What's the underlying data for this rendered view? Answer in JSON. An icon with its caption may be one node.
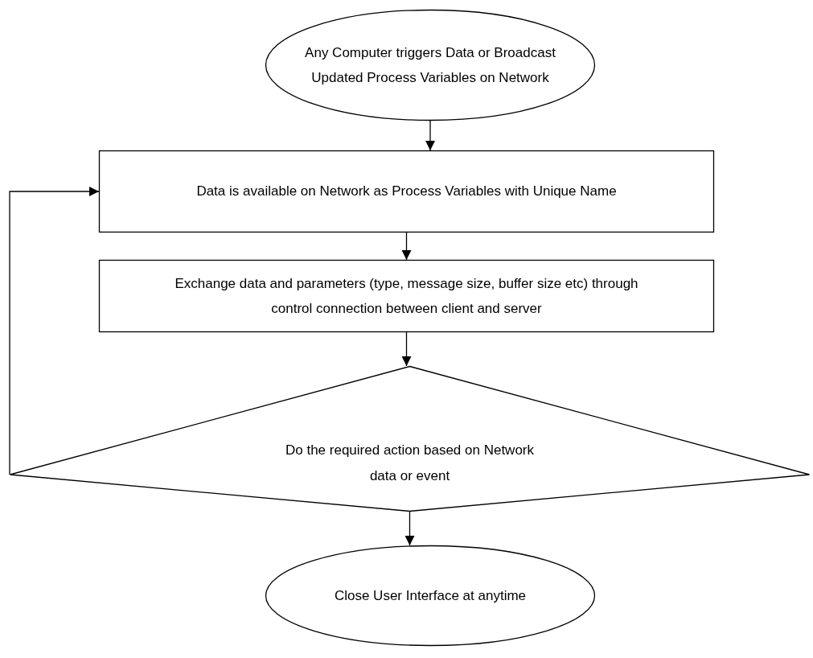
{
  "diagram": {
    "nodes": [
      {
        "text": [
          "Any Computer triggers Data or Broadcast Updated Process Variables on Network"
        ]
      },
      {
        "text": [
          "Data is available on Network as Process Variables with Unique Name"
        ]
      },
      {
        "text": [
          "Exchange data and parameters (type, message size, buffer size etc) through control connection between client and server"
        ]
      },
      {
        "text": [
          "Do the required action based on Network data or event"
        ]
      },
      {
        "text": [
          "Close User Interface at anytime"
        ]
      }
    ],
    "edges": [
      {
        "from": 0,
        "to": 1,
        "arrow": "to"
      },
      {
        "from": 1,
        "to": 2,
        "arrow": "to"
      },
      {
        "from": 2,
        "to": 3,
        "arrow": "to"
      },
      {
        "from": 3,
        "to": 4,
        "arrow": "to"
      },
      {
        "from": 3,
        "to": 1,
        "arrow": "to"
      }
    ]
  }
}
